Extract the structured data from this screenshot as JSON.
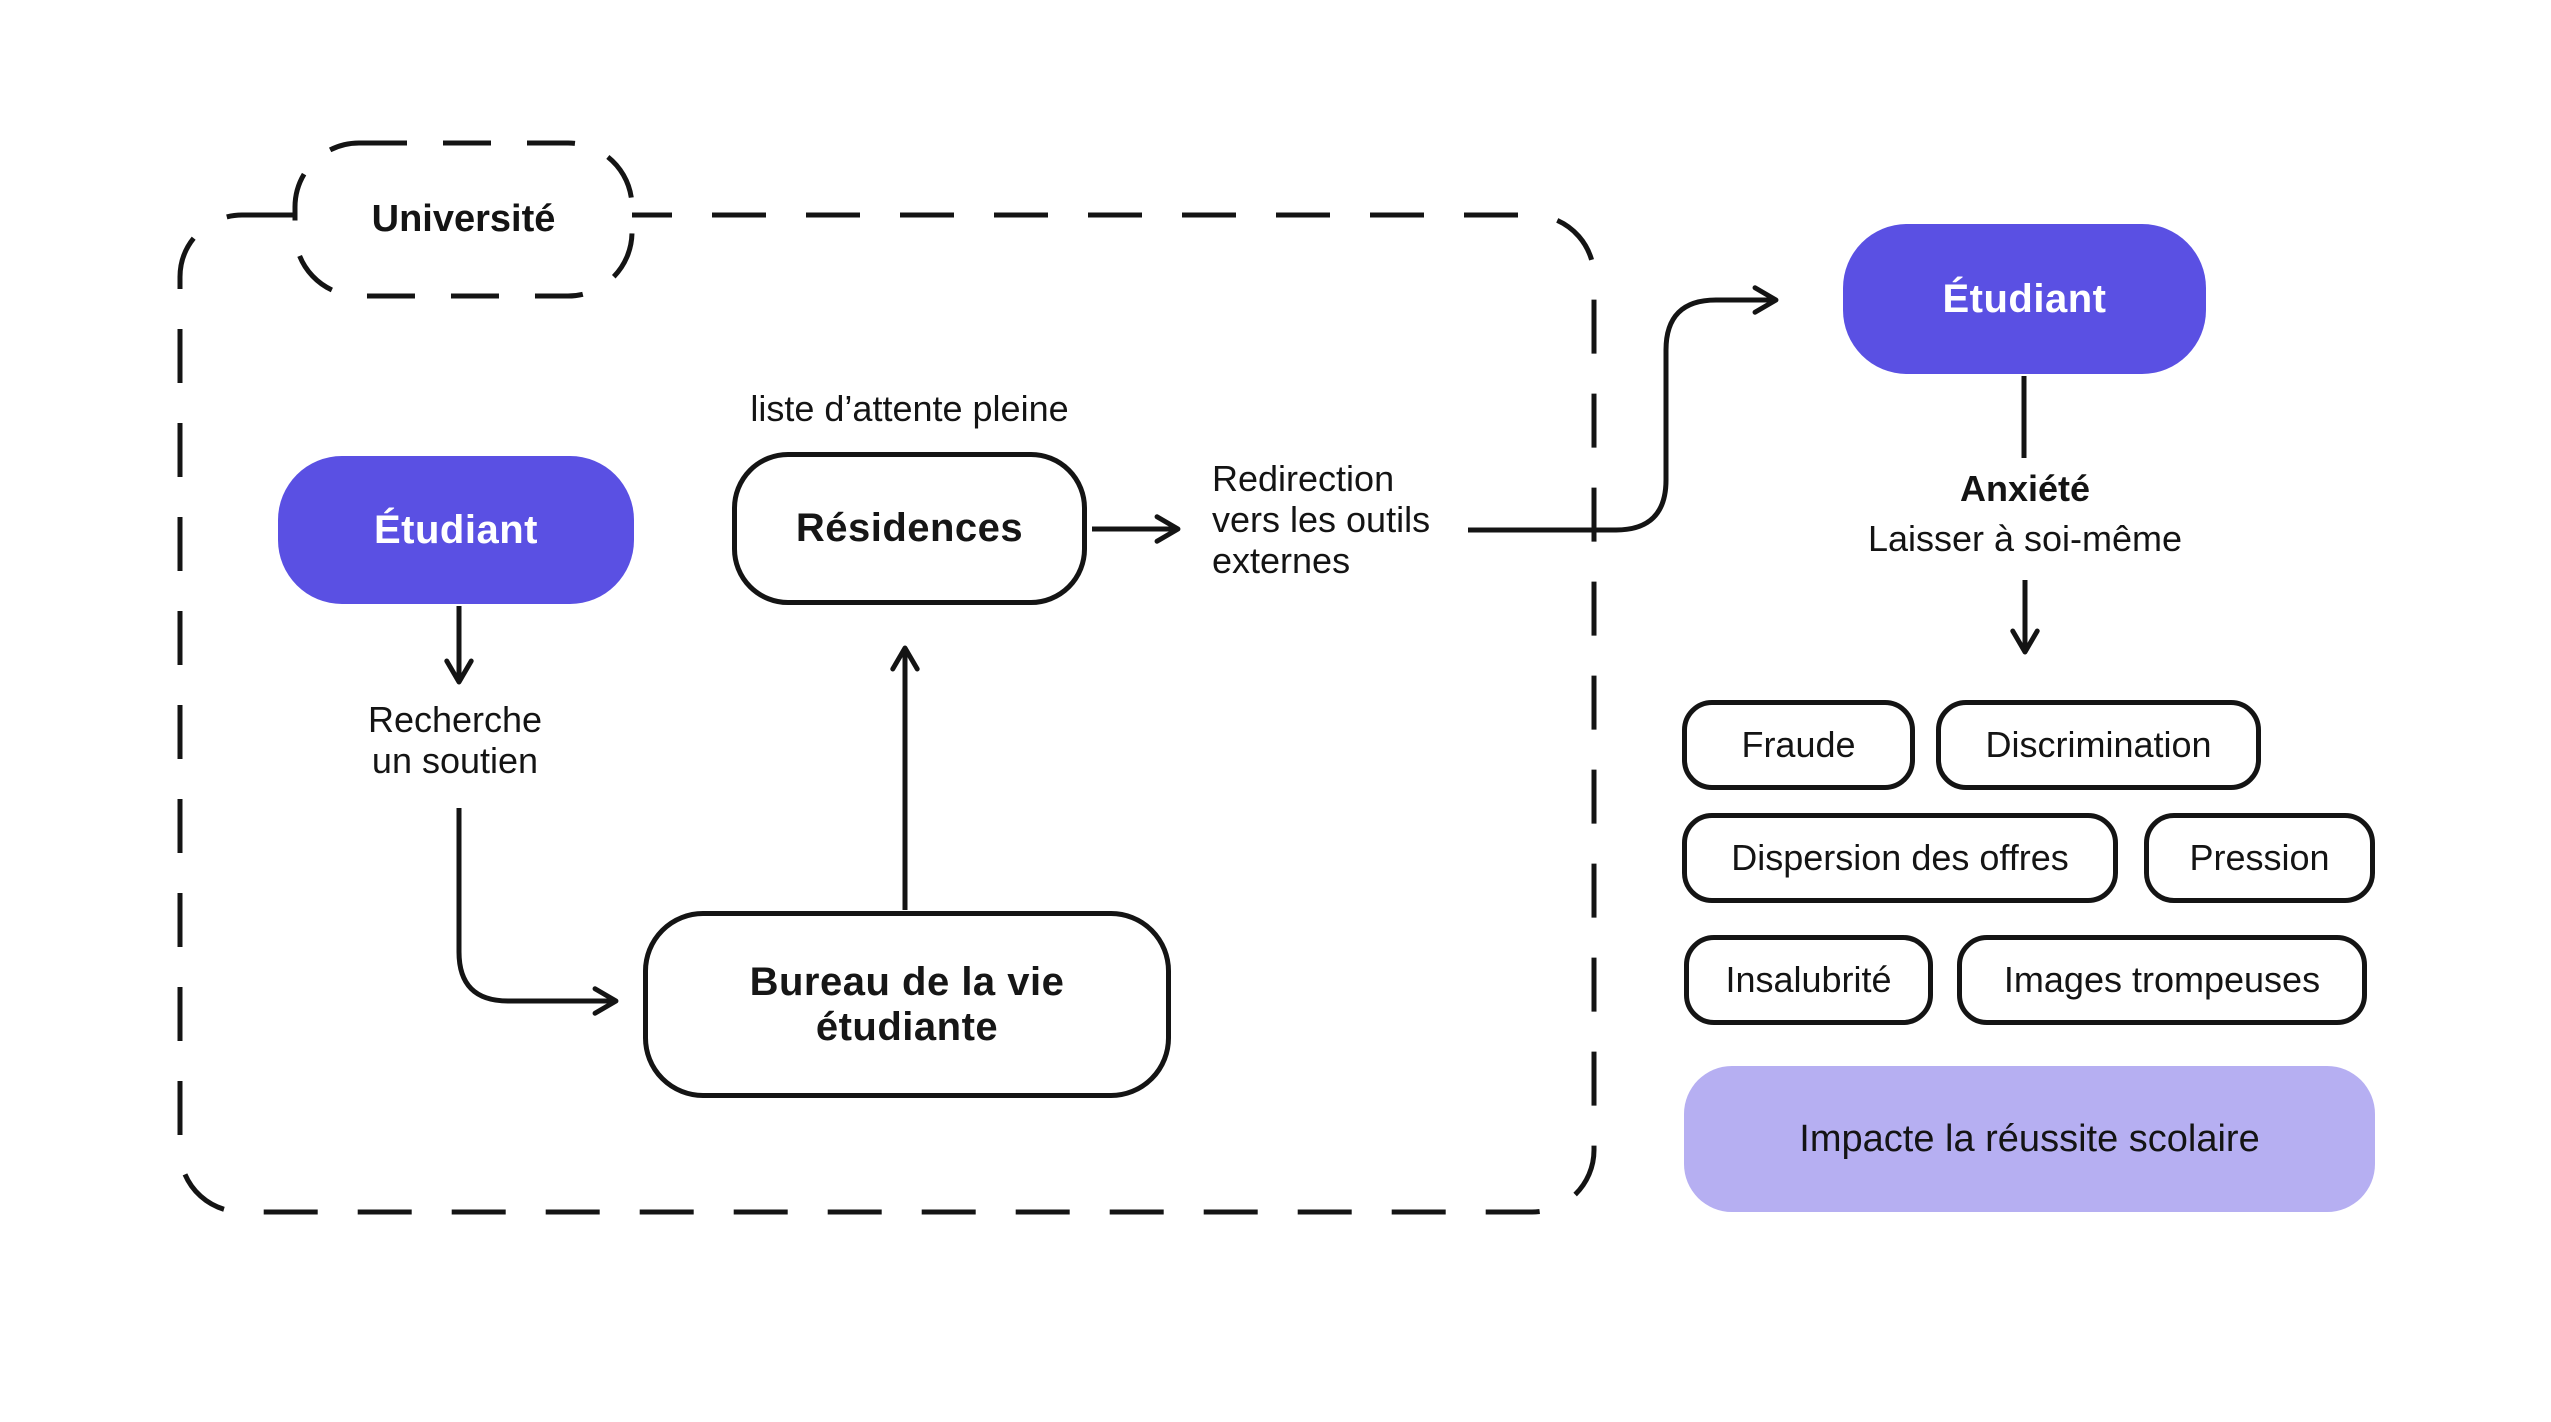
{
  "colors": {
    "accent_purple": "#5a50e3",
    "accent_purple_light": "#b6aff2",
    "line_black": "#141414",
    "background": "#ffffff"
  },
  "container": {
    "label": "Université"
  },
  "nodes": {
    "student_left": "Étudiant",
    "residences": "Résidences",
    "bureau": "Bureau de la vie étudiante",
    "student_right": "Étudiant",
    "impact": "Impacte la réussite scolaire"
  },
  "annotations": {
    "waitlist": "liste d’attente pleine",
    "redirection": "Redirection\nvers les outils\nexternes",
    "support": "Recherche\nun soutien",
    "anxiety": "Anxiété",
    "left_alone": "Laisser à soi-même"
  },
  "tags": [
    [
      "Fraude",
      "Discrimination"
    ],
    [
      "Dispersion des offres",
      "Pression"
    ],
    [
      "Insalubrité",
      "Images trompeuses"
    ]
  ]
}
